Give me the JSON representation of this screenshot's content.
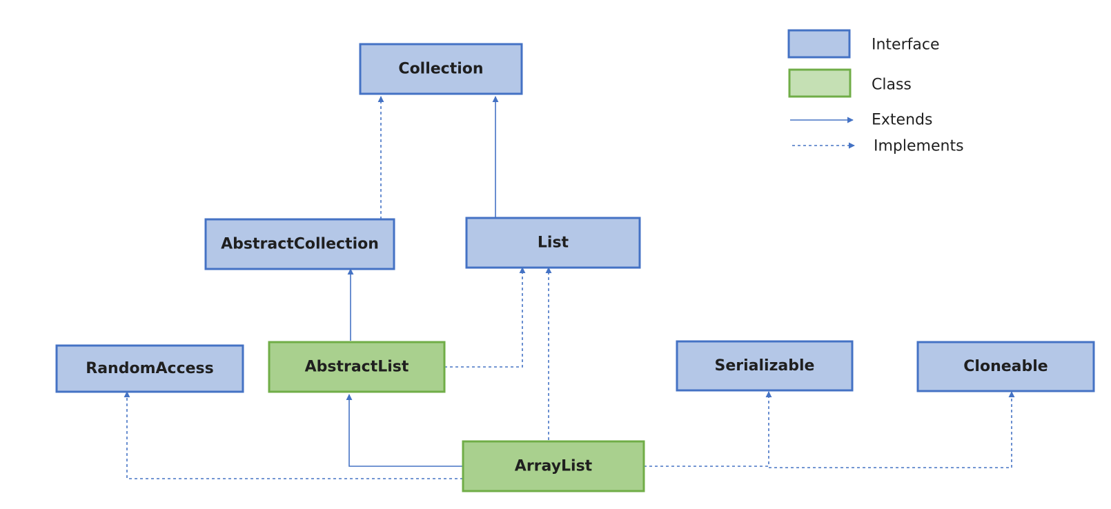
{
  "colors": {
    "interface_fill": "#b4c7e7",
    "interface_stroke": "#4472c4",
    "class_fill": "#a9d08e",
    "class_stroke": "#70ad47",
    "legend_class_fill": "#c5e0b4",
    "edge": "#4472c4"
  },
  "nodes": {
    "collection": {
      "label": "Collection",
      "kind": "interface"
    },
    "abstract_collection": {
      "label": "AbstractCollection",
      "kind": "interface"
    },
    "list": {
      "label": "List",
      "kind": "interface"
    },
    "random_access": {
      "label": "RandomAccess",
      "kind": "interface"
    },
    "abstract_list": {
      "label": "AbstractList",
      "kind": "class"
    },
    "serializable": {
      "label": "Serializable",
      "kind": "interface"
    },
    "cloneable": {
      "label": "Cloneable",
      "kind": "interface"
    },
    "array_list": {
      "label": "ArrayList",
      "kind": "class"
    }
  },
  "edges": [
    {
      "from": "abstract_collection",
      "to": "collection",
      "type": "implements"
    },
    {
      "from": "list",
      "to": "collection",
      "type": "extends"
    },
    {
      "from": "abstract_list",
      "to": "abstract_collection",
      "type": "extends"
    },
    {
      "from": "abstract_list",
      "to": "list",
      "type": "implements"
    },
    {
      "from": "array_list",
      "to": "list",
      "type": "implements"
    },
    {
      "from": "array_list",
      "to": "abstract_list",
      "type": "extends"
    },
    {
      "from": "array_list",
      "to": "random_access",
      "type": "implements"
    },
    {
      "from": "array_list",
      "to": "serializable",
      "type": "implements"
    },
    {
      "from": "array_list",
      "to": "cloneable",
      "type": "implements"
    }
  ],
  "legend": {
    "interface": "Interface",
    "class": "Class",
    "extends": "Extends",
    "implements": "Implements"
  }
}
